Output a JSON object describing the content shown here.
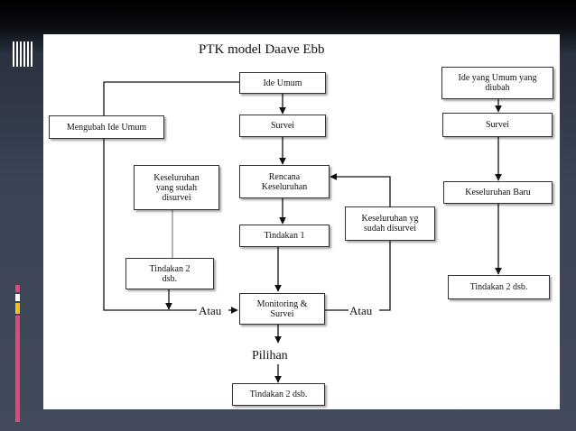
{
  "title": "PTK model Daave Ebb",
  "boxes": {
    "ide_umum": "Ide Umum",
    "survei_center": "Survei",
    "rencana": "Rencana\nKeseluruhan",
    "tindakan1": "Tindakan 1",
    "monitoring": "Monitoring &\nSurvei",
    "tindakan_bottom": "Tindakan 2 dsb.",
    "mengubah": "Mengubah Ide Umum",
    "keseluruhan_sudah": "Keseluruhan\nyang sudah\ndisurvei",
    "tindakan2_left": "Tindakan 2\ndsb.",
    "keseluruhan_yg": "Keseluruhan yg\nsudah disurvei",
    "ide_yang_umum": "Ide yang Umum yang\ndiubah",
    "survei_right": "Survei",
    "keseluruhan_baru": "Keseluruhan Baru",
    "tindakan2_right": "Tindakan 2 dsb."
  },
  "labels": {
    "atau_left": "Atau",
    "atau_right": "Atau",
    "pilihan": "Pilihan"
  },
  "colors": {
    "background_dark": "#3b4455",
    "slide": "#ffffff",
    "stripe_pink": "#e0487a",
    "stripe_yellow": "#f0c020"
  }
}
